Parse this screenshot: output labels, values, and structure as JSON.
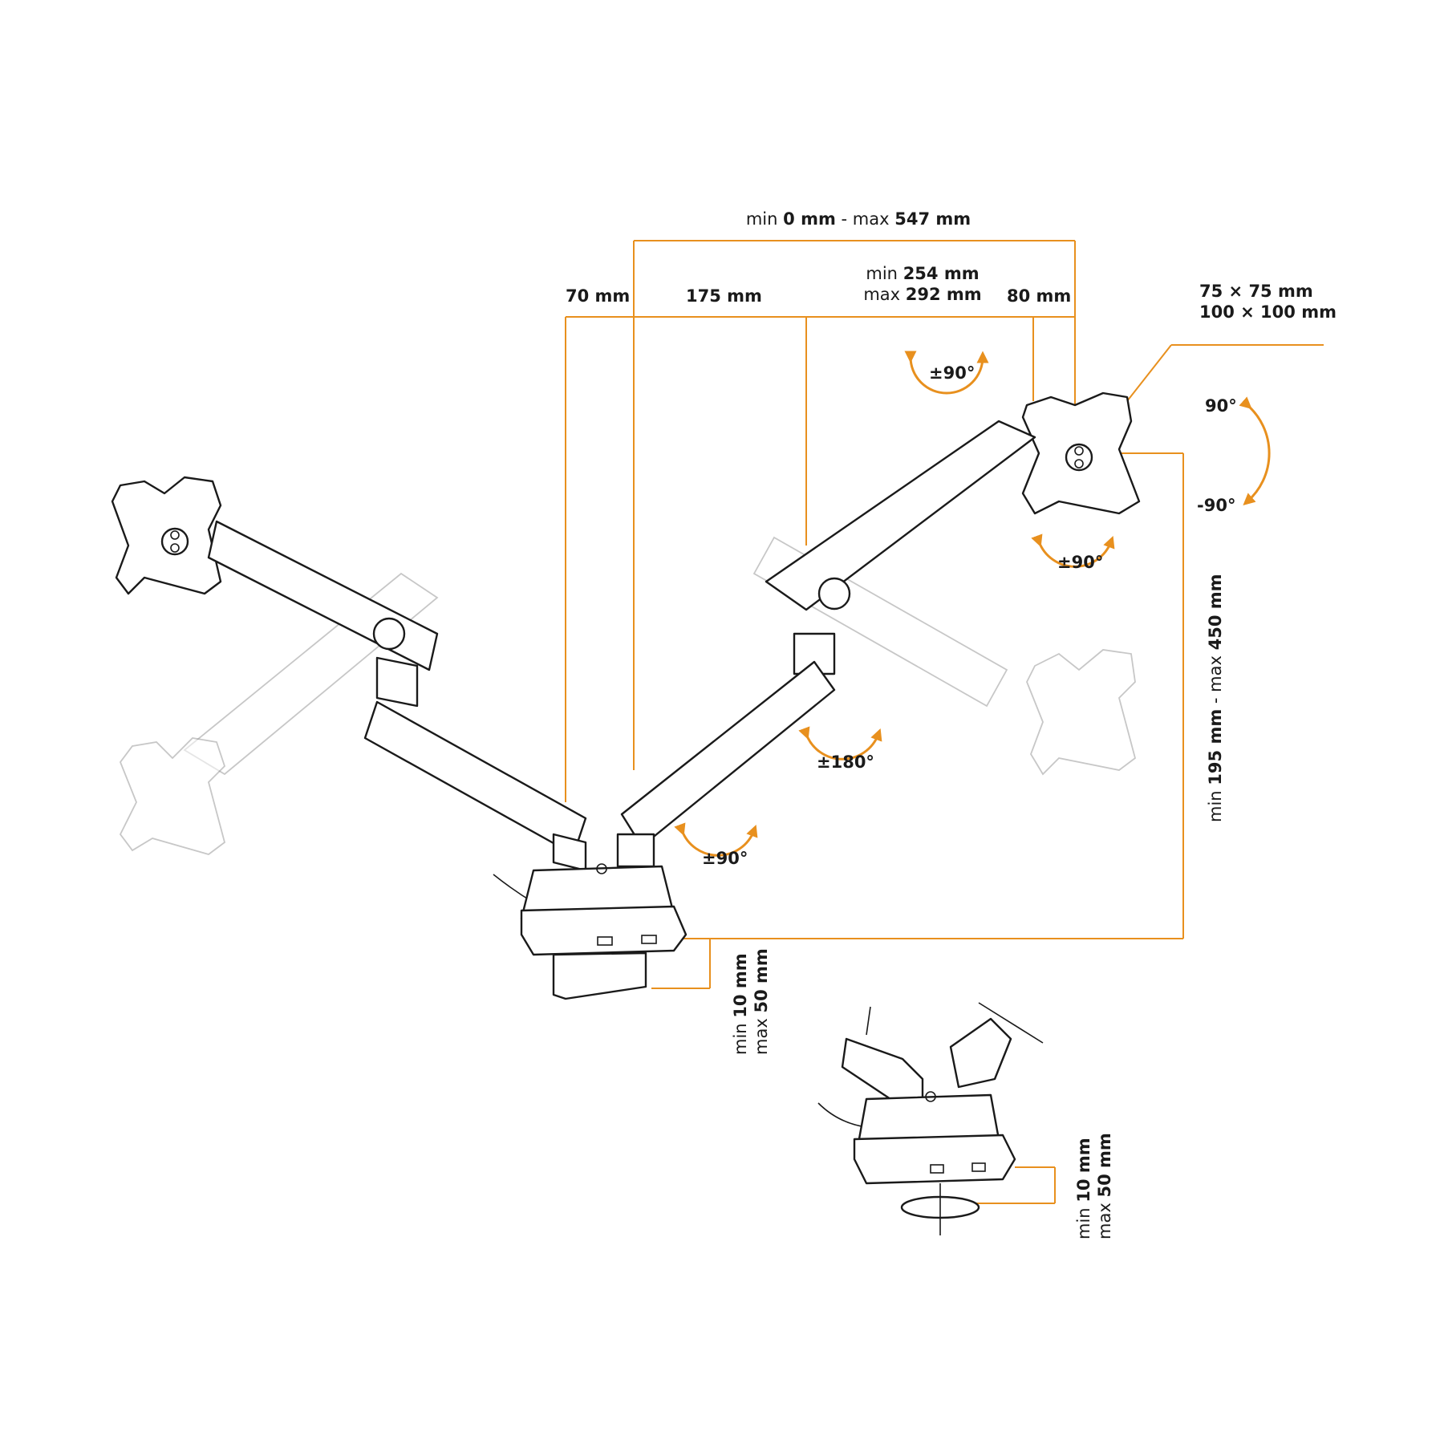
{
  "dimensions": {
    "arm_span": {
      "min_prefix": "min",
      "min_value": "0 mm",
      "sep": "-",
      "max_prefix": "max",
      "max_value": "547 mm"
    },
    "offset_left": "70 mm",
    "segment_1": "175 mm",
    "segment_2": {
      "min_prefix": "min",
      "min_value": "254 mm",
      "max_prefix": "max",
      "max_value": "292 mm"
    },
    "offset_right": "80 mm",
    "vesa": {
      "line1": "75 × 75 mm",
      "line2": "100 × 100 mm"
    },
    "height": {
      "min_prefix": "min",
      "min_value": "195 mm",
      "sep": "-",
      "max_prefix": "max",
      "max_value": "450 mm"
    },
    "clamp_thickness": {
      "min_prefix": "min",
      "min_value": "10 mm",
      "max_prefix": "max",
      "max_value": "50 mm"
    },
    "grommet_thickness": {
      "min_prefix": "min",
      "min_value": "10 mm",
      "max_prefix": "max",
      "max_value": "50 mm"
    }
  },
  "rotations": {
    "head_swivel": "±90°",
    "tilt_up": "90°",
    "tilt_down": "-90°",
    "head_rotate": "±90°",
    "arm_rotate": "±180°",
    "base_rotate": "±90°"
  },
  "colors": {
    "accent": "#e8901e",
    "line": "#1a1a1a",
    "ghost": "#9a9a9a",
    "background": "#ffffff"
  }
}
